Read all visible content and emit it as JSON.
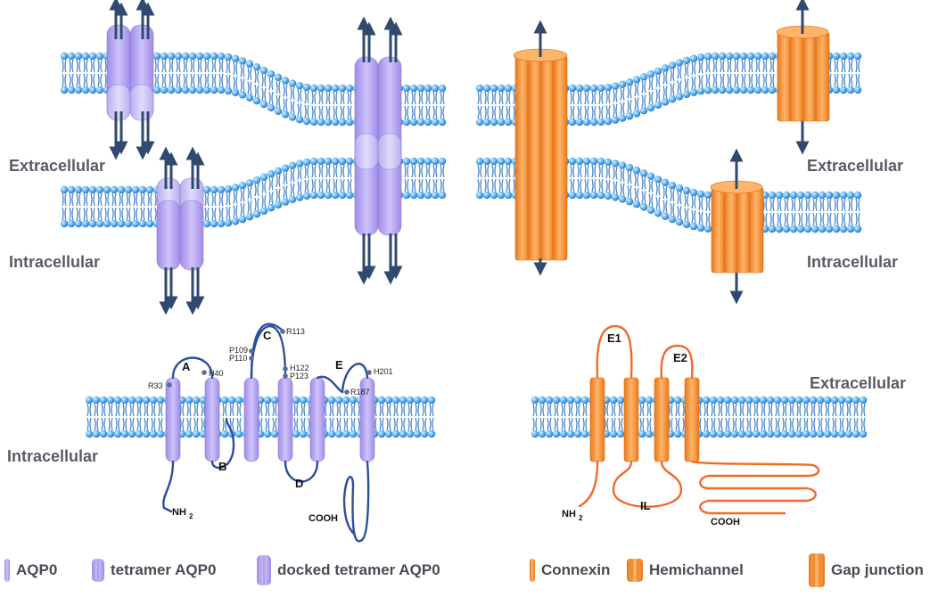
{
  "colors": {
    "membrane": "#5fa9e6",
    "membrane_dark": "#2a74c4",
    "aqp0": "#b7a6f0",
    "aqp0_dark": "#8f7cdc",
    "connexin": "#f59a3c",
    "connexin_dark": "#e07818",
    "arrow": "#2f4a6e",
    "loop_blue": "#2c4f9a",
    "loop_orange": "#f06a2a"
  },
  "top_left": {
    "label_extracellular": "Extracellular",
    "label_intracellular": "Intracellular"
  },
  "top_right": {
    "label_extracellular": "Extracellular",
    "label_intracellular": "Intracellular"
  },
  "bottom_left": {
    "label_intracellular": "Intracellular",
    "loops": {
      "A": "A",
      "B": "B",
      "C": "C",
      "D": "D",
      "E": "E"
    },
    "residues": {
      "r33": "R33",
      "h40": "H40",
      "p109": "P109",
      "p110": "P110",
      "r113": "R113",
      "h122": "H122",
      "p123": "P123",
      "r187": "R187",
      "h201": "H201"
    },
    "nh2": "NH",
    "nh2_sub": "2",
    "cooh": "COOH"
  },
  "bottom_right": {
    "label_extracellular": "Extracellular",
    "e1": "E1",
    "e2": "E2",
    "il": "IL",
    "nh2": "NH",
    "nh2_sub": "2",
    "cooh": "COOH"
  },
  "legend": {
    "aqp0": "AQP0",
    "tetramer_aqp0": "tetramer AQP0",
    "docked_tetramer_aqp0": "docked tetramer AQP0",
    "connexin": "Connexin",
    "hemichannel": "Hemichannel",
    "gap_junction": "Gap junction"
  }
}
